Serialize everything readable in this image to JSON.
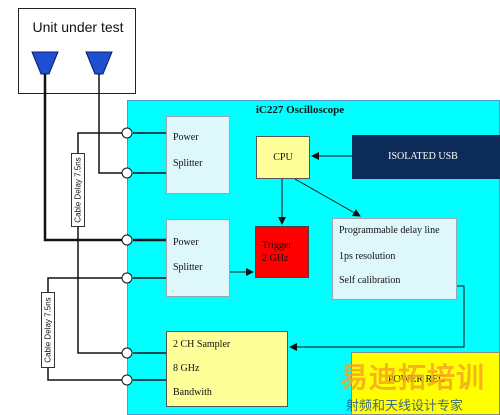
{
  "unit_under_test": {
    "title": "Unit under test"
  },
  "oscilloscope": {
    "title": "iC227 Oscilloscope"
  },
  "power_splitter_1": {
    "line1": "Power",
    "line2": "Splitter"
  },
  "power_splitter_2": {
    "line1": "Power",
    "line2": "Splitter"
  },
  "cpu": {
    "label": "CPU"
  },
  "trigger": {
    "line1": "Trigger",
    "line2": "2 GHz"
  },
  "isolated_usb": {
    "label": "ISOLATED USB"
  },
  "delay_line": {
    "line1": "Programmable delay line",
    "line2": "1ps resolution",
    "line3": "Self calibration"
  },
  "sampler": {
    "line1": "2 CH Sampler",
    "line2": "8 GHz",
    "line3": "Bandwith"
  },
  "power_reg": {
    "label": "POWER REG"
  },
  "cable_delay_1": {
    "label": "Cable Delay 7.5ns"
  },
  "cable_delay_2": {
    "label": "Cable Delay 7.5ns"
  },
  "watermark": {
    "main": "易迪拓培训",
    "sub": "射频和天线设计专家"
  },
  "colors": {
    "oscilloscope_bg": "#00ffff",
    "probe": "#1f4fd1",
    "cpu": "#ffff99",
    "trigger": "#ff0000",
    "usb": "#0d2b57",
    "power_reg": "#ffff00"
  }
}
